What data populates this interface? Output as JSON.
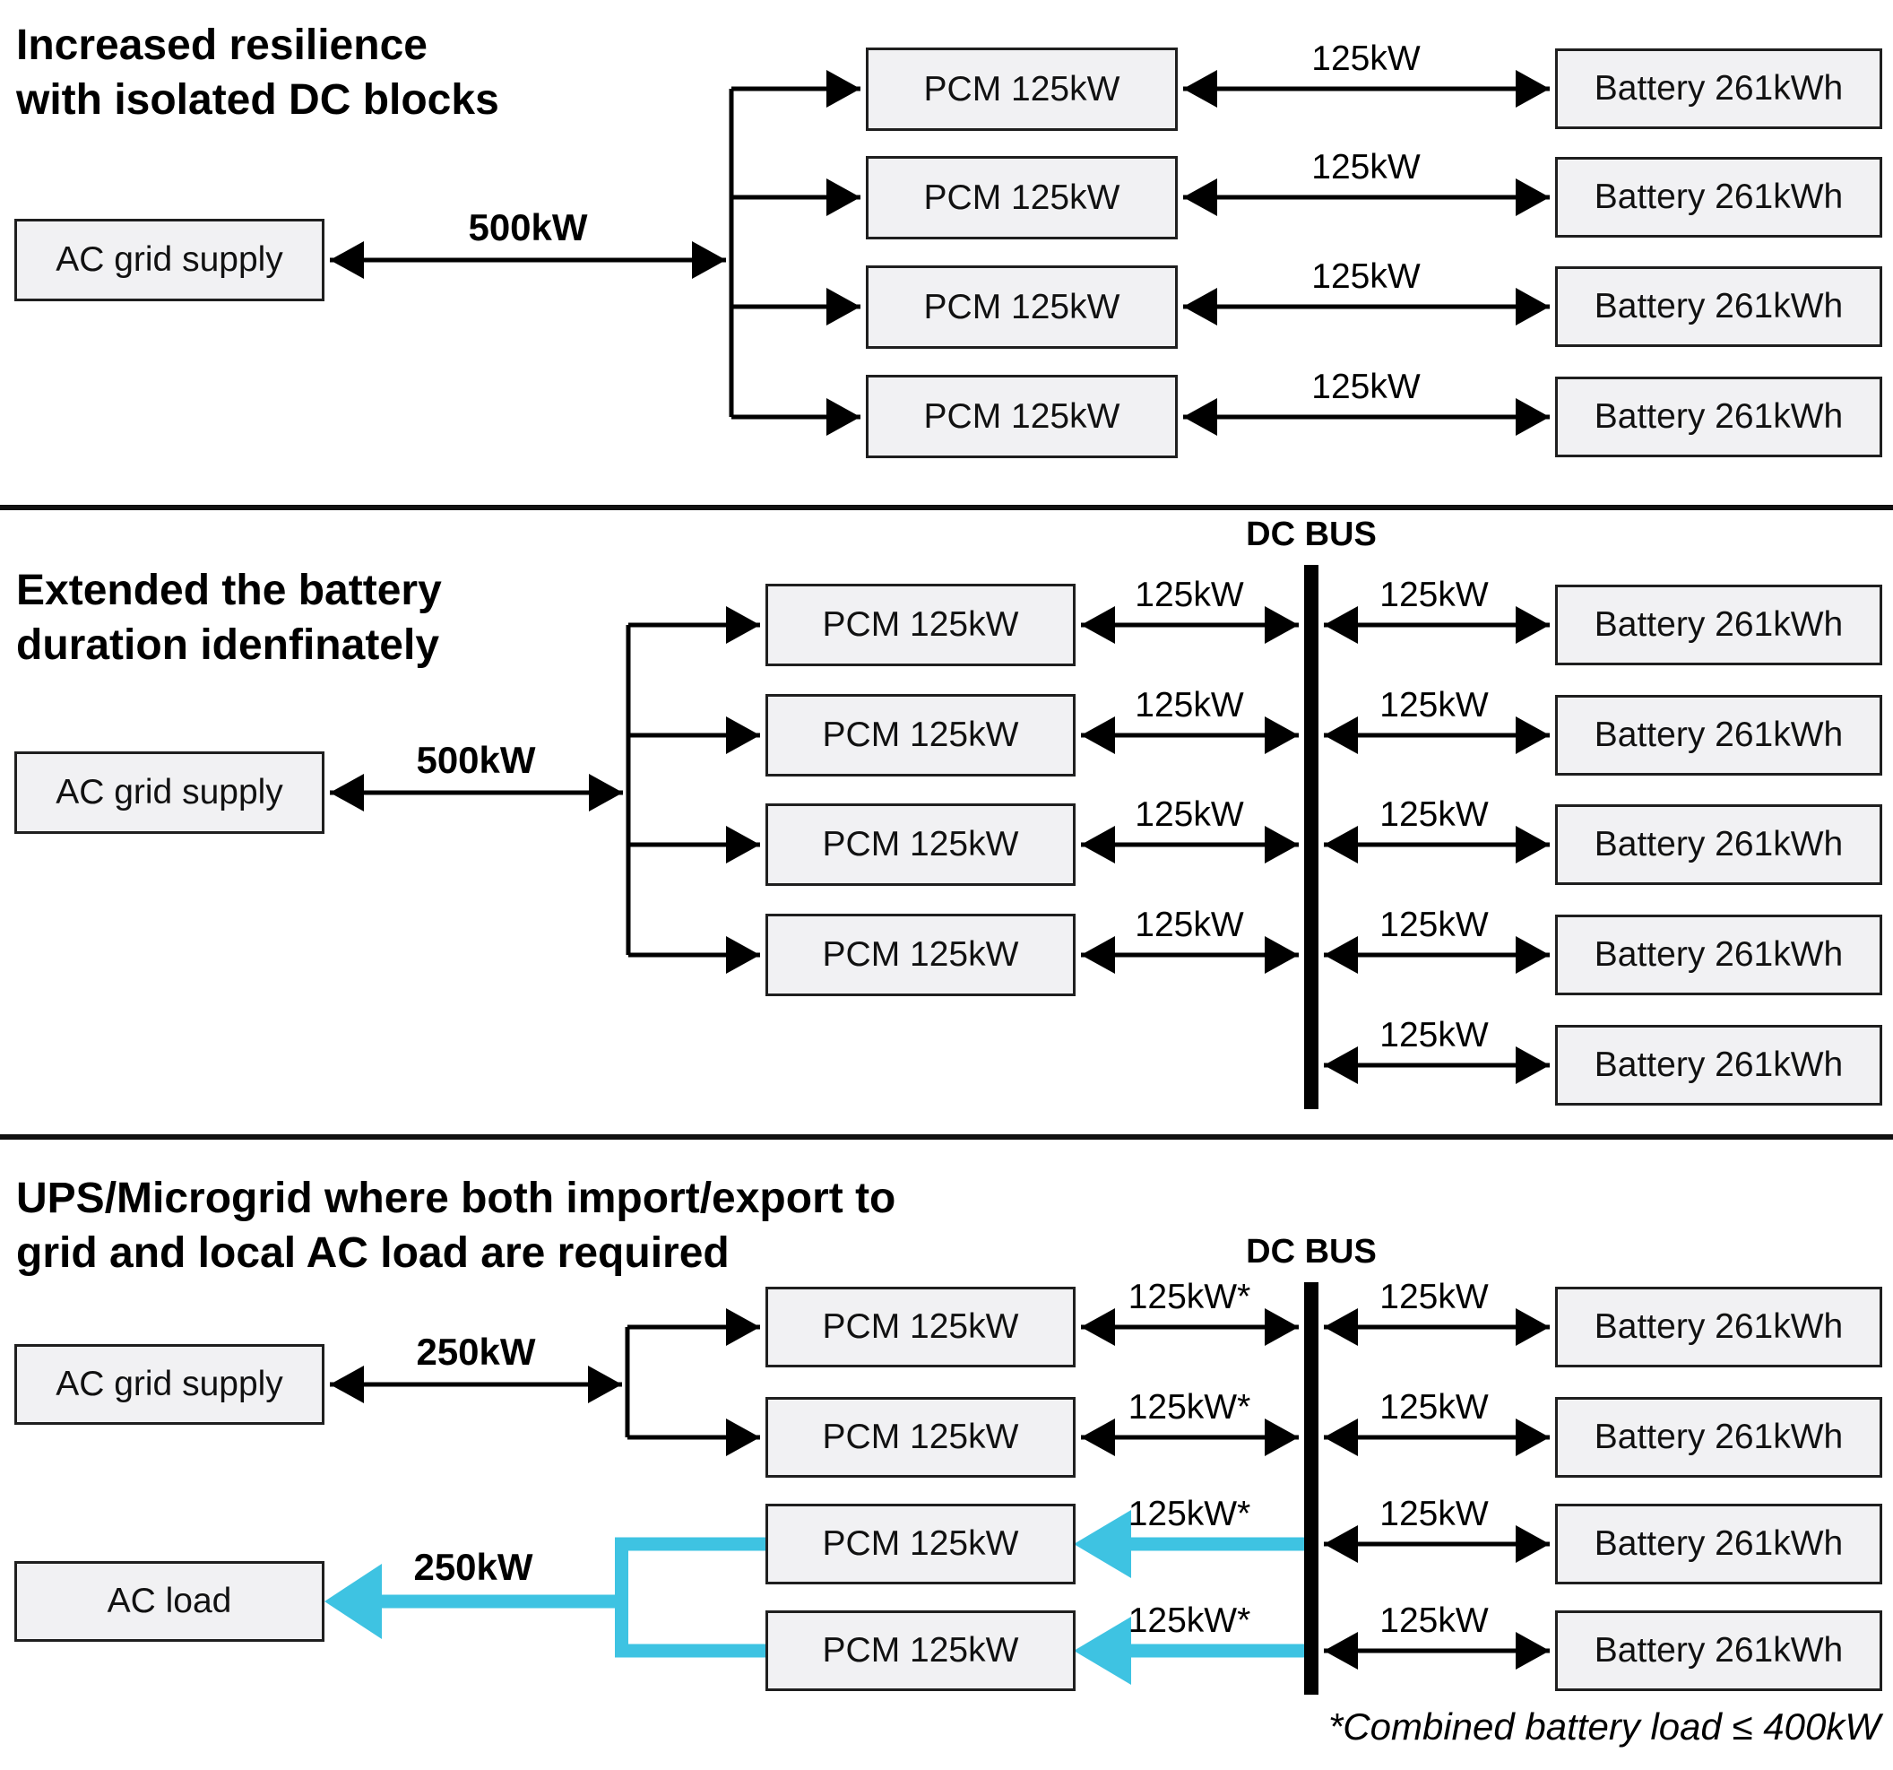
{
  "palette": {
    "accent_cyan": "#3EC3E2",
    "box_fill": "#F1F1F3",
    "box_border": "#1F1F1F",
    "line_black": "#000000"
  },
  "labels": {
    "ac_grid_supply": "AC grid supply",
    "ac_load": "AC load",
    "pcm": "PCM 125kW",
    "battery": "Battery 261kWh",
    "link_125": "125kW",
    "link_125_star": "125kW*",
    "dc_bus": "DC BUS"
  },
  "sections": [
    {
      "title_lines": [
        "Increased resilience",
        "with isolated DC blocks"
      ],
      "main_flow_label": "500kW",
      "pcm_count": 4,
      "battery_count": 4
    },
    {
      "title_lines": [
        "Extended the battery",
        "duration idenfinately"
      ],
      "main_flow_label": "500kW",
      "pcm_count": 4,
      "battery_count": 5
    },
    {
      "title_lines": [
        "UPS/Microgrid where both import/export to",
        "grid and local AC load are required"
      ],
      "main_flow_label": "250kW",
      "load_flow_label": "250kW",
      "pcm_count": 4,
      "battery_count": 4,
      "footnote": "*Combined battery load ≤ 400kW"
    }
  ]
}
